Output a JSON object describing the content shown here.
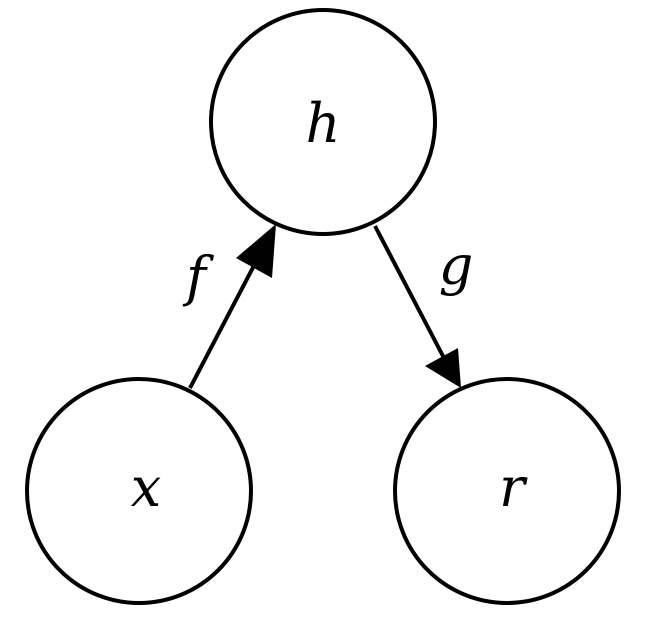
{
  "nodes": {
    "h": {
      "label": "h"
    },
    "x": {
      "label": "x"
    },
    "r": {
      "label": "r"
    }
  },
  "edges": {
    "f": {
      "label": "f",
      "from": "x",
      "to": "h"
    },
    "g": {
      "label": "g",
      "from": "h",
      "to": "r"
    }
  },
  "colors": {
    "stroke": "#000000",
    "background": "#ffffff"
  }
}
